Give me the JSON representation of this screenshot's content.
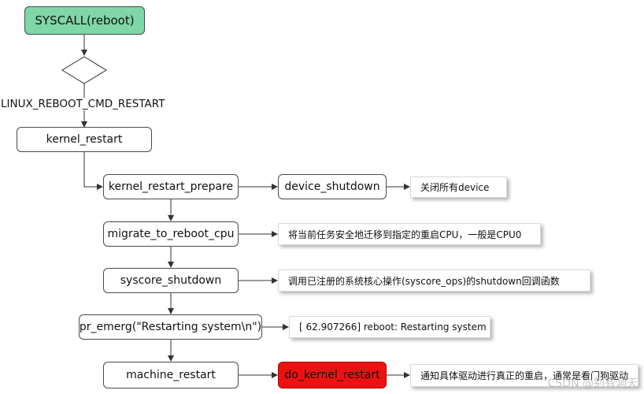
{
  "nodes": {
    "syscall": "SYSCALL(reboot)",
    "kernel_restart": "kernel_restart",
    "kernel_restart_prepare": "kernel_restart_prepare",
    "device_shutdown": "device_shutdown",
    "migrate_to_reboot_cpu": "migrate_to_reboot_cpu",
    "syscore_shutdown": "syscore_shutdown",
    "pr_emerg": "pr_emerg(\"Restarting system\\n\")",
    "machine_restart": "machine_restart",
    "do_kernel_restart": "do_kernel_restart"
  },
  "condition": "LINUX_REBOOT_CMD_RESTART",
  "notes": {
    "device_shutdown": "关闭所有device",
    "migrate": "将当前任务安全地迁移到指定的重启CPU，一般是CPU0",
    "syscore": "调用已注册的系统核心操作(syscore_ops)的shutdown回调函数",
    "pr_emerg": "[    62.907266] reboot: Restarting system",
    "do_kernel_restart": "通知具体驱动进行真正的重启，通常是看门狗驱动"
  },
  "colors": {
    "start_fill": "#7fd6a6",
    "highlight_fill": "#ee1111"
  },
  "watermark": "CSDN @别有洞天"
}
